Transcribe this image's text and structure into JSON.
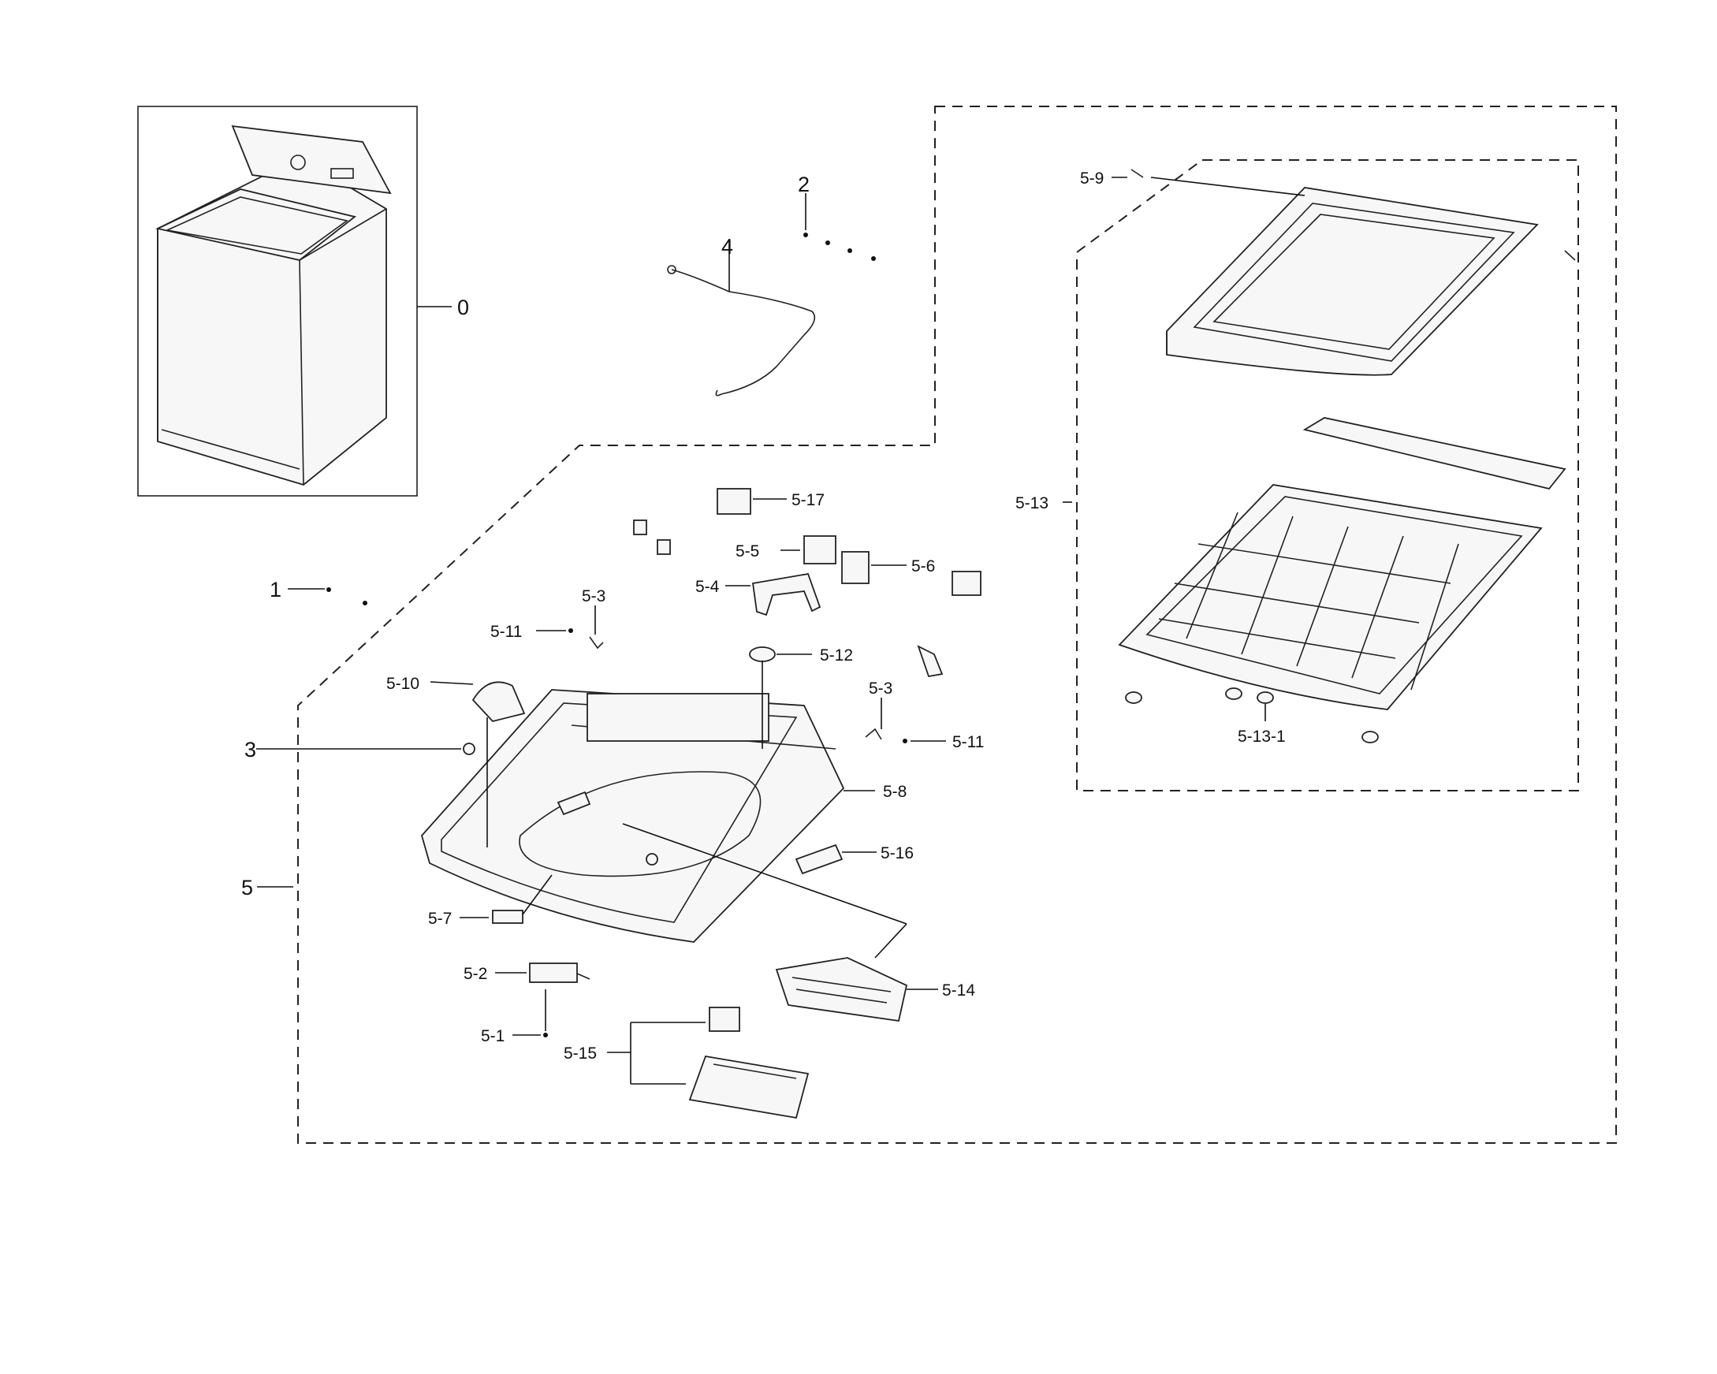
{
  "labels": {
    "p0": "0",
    "p1": "1",
    "p2": "2",
    "p3": "3",
    "p4": "4",
    "p5": "5",
    "p5_1": "5-1",
    "p5_2": "5-2",
    "p5_3a": "5-3",
    "p5_3b": "5-3",
    "p5_4": "5-4",
    "p5_5": "5-5",
    "p5_6": "5-6",
    "p5_7": "5-7",
    "p5_8": "5-8",
    "p5_9": "5-9",
    "p5_10": "5-10",
    "p5_11a": "5-11",
    "p5_11b": "5-11",
    "p5_12": "5-12",
    "p5_13": "5-13",
    "p5_13_1": "5-13-1",
    "p5_14": "5-14",
    "p5_15": "5-15",
    "p5_16": "5-16",
    "p5_17": "5-17"
  }
}
